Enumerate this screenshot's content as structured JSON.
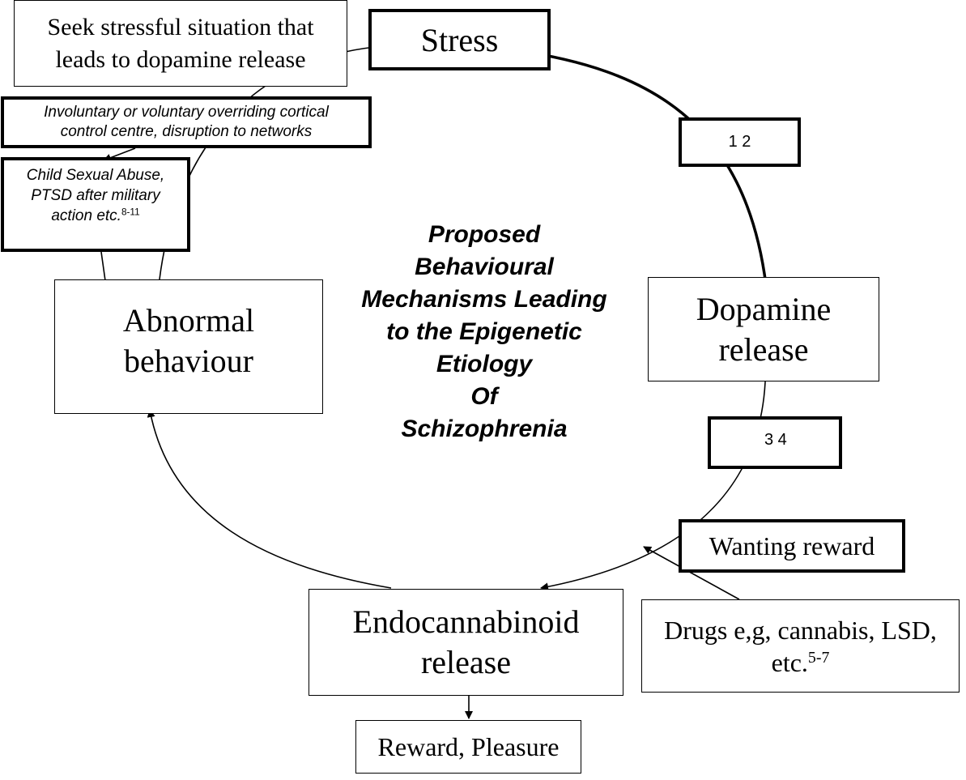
{
  "title_lines": [
    "Proposed",
    "Behavioural",
    "Mechanisms Leading",
    "to the Epigenetic",
    "Etiology",
    "Of",
    "Schizophrenia"
  ],
  "boxes": {
    "stress": "Stress",
    "dopamine": {
      "line1": "Dopamine",
      "line2": "release"
    },
    "endocannabinoid": {
      "line1": "Endocannabinoid",
      "line2": "release"
    },
    "abnormal": {
      "line1": "Abnormal",
      "line2": "behaviour"
    },
    "reward": "Reward, Pleasure",
    "wanting": "Wanting reward",
    "drugs": {
      "line1": "Drugs e,g, cannabis, LSD,",
      "line2": "etc.",
      "sup": "5-7"
    },
    "seek": {
      "line1": "Seek stressful situation that",
      "line2": "leads to dopamine release"
    },
    "involuntary": {
      "line1": "Involuntary or voluntary overriding cortical",
      "line2": "control centre, disruption to networks"
    },
    "child": {
      "line1": "Child Sexual Abuse,",
      "line2": "PTSD after military",
      "line3": "action etc.",
      "sup": "8-11"
    },
    "ref12": "1 2",
    "ref34": "3 4"
  }
}
